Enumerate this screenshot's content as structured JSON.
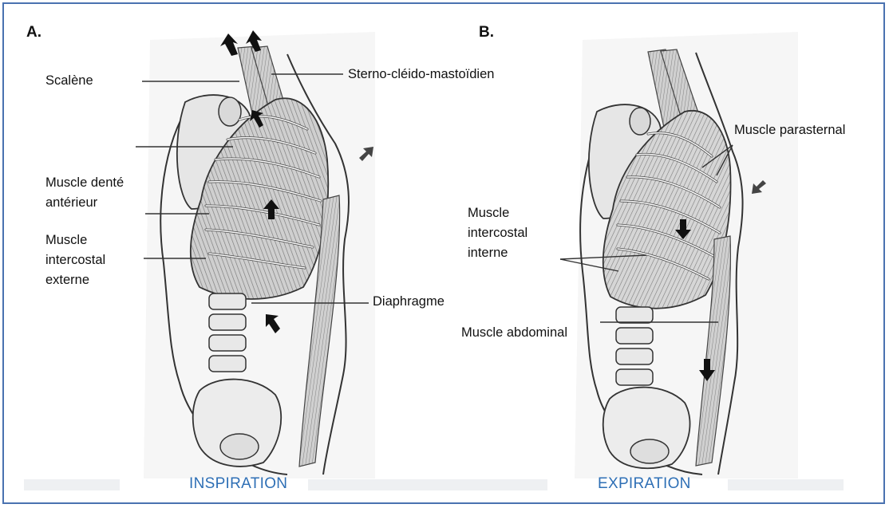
{
  "panels": {
    "a": {
      "letter": "A.",
      "caption": "INSPIRATION",
      "labels": {
        "scalene": "Scalène",
        "scm": "Sterno-cléido-mastoïdien",
        "dente_line1": "Muscle denté",
        "dente_line2": "antérieur",
        "intercostal_line1": "Muscle",
        "intercostal_line2": "intercostal",
        "intercostal_line3": "externe",
        "diaphragme": "Diaphragme"
      }
    },
    "b": {
      "letter": "B.",
      "caption": "EXPIRATION",
      "labels": {
        "parasternal": "Muscle parasternal",
        "intercostal_line1": "Muscle",
        "intercostal_line2": "intercostal",
        "intercostal_line3": "interne",
        "abdominal": "Muscle abdominal"
      }
    }
  },
  "colors": {
    "frame": "#4a72b0",
    "caption": "#2e6fb5"
  }
}
